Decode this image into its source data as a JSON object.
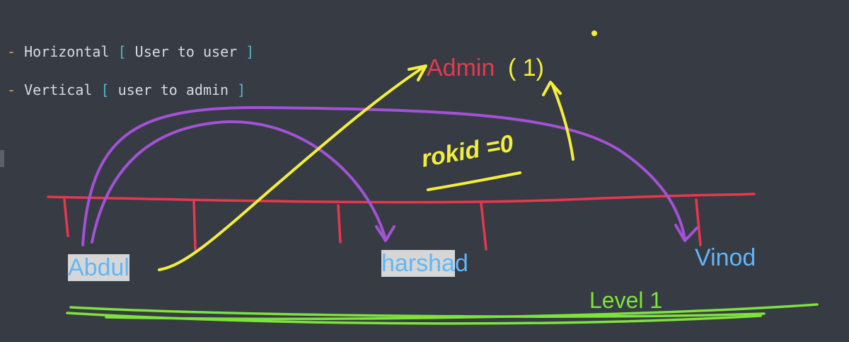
{
  "notes": [
    {
      "dash": "-",
      "label": "Horizontal",
      "open": "[",
      "detail": "User to user",
      "close": "]"
    },
    {
      "dash": "-",
      "label": "Vertical",
      "open": "[",
      "detail": "user to admin",
      "close": "]"
    }
  ],
  "admin": {
    "label": "Admin",
    "count": "( 1)"
  },
  "formula": "rokid =0",
  "users": {
    "abdul": "Abdul",
    "harshad": {
      "highlighted": "harsha",
      "rest": "d"
    },
    "vinod": "Vinod"
  },
  "level": "Level 1",
  "colors": {
    "background": "#363b44",
    "level_line": "#e8384f",
    "user_arrows": "#a352d6",
    "admin_arrows": "#f2ef3a",
    "level_underline": "#7ee33a",
    "user_text": "#62b6f7"
  }
}
